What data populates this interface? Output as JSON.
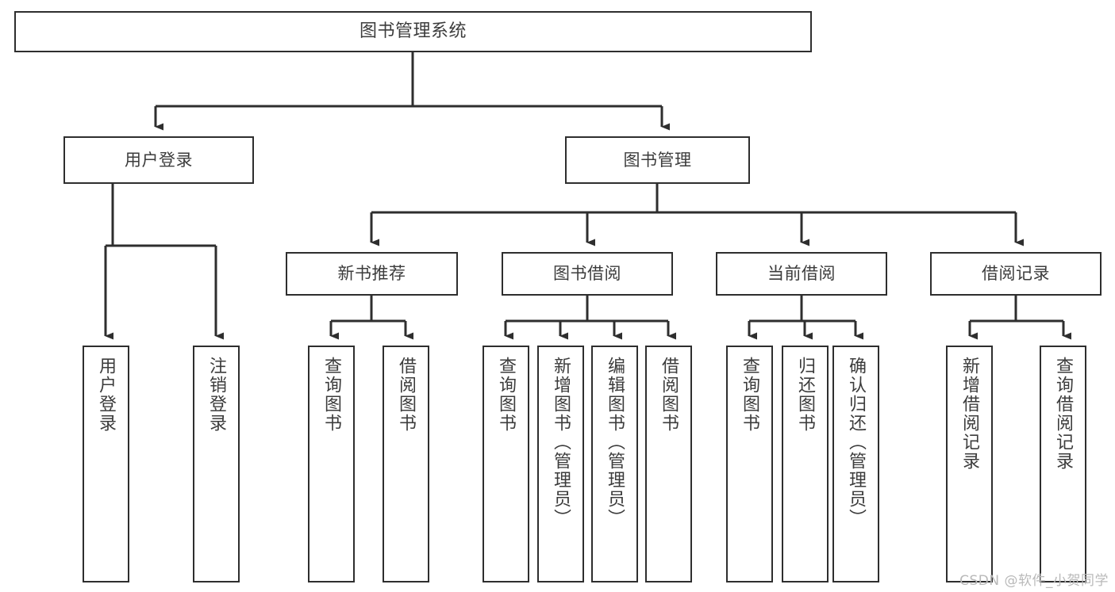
{
  "diagram": {
    "type": "tree",
    "title": "图书管理系统",
    "stroke_color": "#2e2e2e",
    "text_color": "#3c3c3c",
    "background_color": "#ffffff",
    "watermark": "CSDN @软件_小贺同学",
    "nodes": {
      "root": {
        "label": "图书管理系统"
      },
      "level2": [
        {
          "id": "user-login",
          "label": "用户登录"
        },
        {
          "id": "book-manage",
          "label": "图书管理"
        }
      ],
      "level3": [
        {
          "id": "new-book-rec",
          "label": "新书推荐"
        },
        {
          "id": "book-borrow",
          "label": "图书借阅"
        },
        {
          "id": "current-borrow",
          "label": "当前借阅"
        },
        {
          "id": "borrow-record",
          "label": "借阅记录"
        }
      ],
      "leaves": {
        "user_login": [
          {
            "id": "leaf-user-login",
            "label": "用户登录"
          },
          {
            "id": "leaf-logout",
            "label": "注销登录"
          }
        ],
        "new_book_rec": [
          {
            "id": "leaf-query-book-1",
            "label": "查询图书"
          },
          {
            "id": "leaf-borrow-book-1",
            "label": "借阅图书"
          }
        ],
        "book_borrow": [
          {
            "id": "leaf-query-book-2",
            "label": "查询图书"
          },
          {
            "id": "leaf-add-book",
            "label": "新增图书（管理员）"
          },
          {
            "id": "leaf-edit-book",
            "label": "编辑图书（管理员）"
          },
          {
            "id": "leaf-borrow-book-2",
            "label": "借阅图书"
          }
        ],
        "current_borrow": [
          {
            "id": "leaf-query-book-3",
            "label": "查询图书"
          },
          {
            "id": "leaf-return-book",
            "label": "归还图书"
          },
          {
            "id": "leaf-confirm-return",
            "label": "确认归还（管理员）"
          }
        ],
        "borrow_record": [
          {
            "id": "leaf-add-record",
            "label": "新增借阅记录"
          },
          {
            "id": "leaf-query-record",
            "label": "查询借阅记录"
          }
        ]
      }
    }
  }
}
